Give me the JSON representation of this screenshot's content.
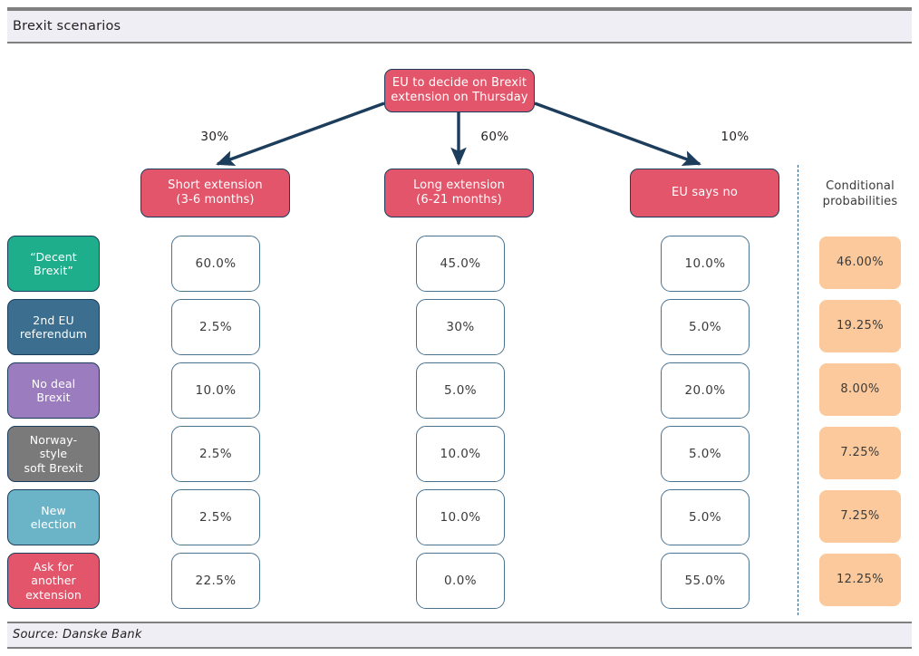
{
  "header": {
    "title": "Brexit scenarios"
  },
  "footer": {
    "source": "Source: Danske Bank"
  },
  "tree": {
    "root": {
      "label": "EU to decide on Brexit extension on Thursday",
      "line1": "EU to decide on Brexit",
      "line2": "extension on Thursday"
    },
    "branches": [
      {
        "probability": "30%",
        "line1": "Short extension",
        "line2": "(3-6 months)"
      },
      {
        "probability": "60%",
        "line1": "Long extension",
        "line2": "(6-21 months)"
      },
      {
        "probability": "10%",
        "line1": "EU says no",
        "line2": ""
      }
    ]
  },
  "scenarios": [
    {
      "line1": "“Decent",
      "line2": "Brexit”",
      "line3": "",
      "color": "#1fae8c"
    },
    {
      "line1": "2nd EU",
      "line2": "referendum",
      "line3": "",
      "color": "#3b6e8f"
    },
    {
      "line1": "No deal",
      "line2": "Brexit",
      "line3": "",
      "color": "#9b7cbe"
    },
    {
      "line1": "Norway-",
      "line2": "style",
      "line3": "soft Brexit",
      "color": "#7a7a7a"
    },
    {
      "line1": "New",
      "line2": "election",
      "line3": "",
      "color": "#6bb4c8"
    },
    {
      "line1": "Ask for",
      "line2": "another",
      "line3": "extension",
      "color": "#e2556a"
    }
  ],
  "conditional": {
    "header_line1": "Conditional",
    "header_line2": "probabilities",
    "values": [
      "46.00%",
      "19.25%",
      "8.00%",
      "7.25%",
      "7.25%",
      "12.25%"
    ]
  },
  "matrix": {
    "short_extension": [
      "60.0%",
      "2.5%",
      "10.0%",
      "2.5%",
      "2.5%",
      "22.5%"
    ],
    "long_extension": [
      "45.0%",
      "30%",
      "5.0%",
      "10.0%",
      "10.0%",
      "0.0%"
    ],
    "eu_says_no": [
      "10.0%",
      "5.0%",
      "20.0%",
      "5.0%",
      "5.0%",
      "55.0%"
    ]
  },
  "chart_data": {
    "type": "table",
    "title": "Brexit scenarios",
    "source": "Source: Danske Bank",
    "branch_categories": [
      "Short extension (3-6 months)",
      "Long extension (6-21 months)",
      "EU says no"
    ],
    "branch_probabilities": [
      30,
      60,
      10
    ],
    "row_categories": [
      "“Decent Brexit”",
      "2nd EU referendum",
      "No deal Brexit",
      "Norway-style soft Brexit",
      "New election",
      "Ask for another extension"
    ],
    "series": [
      {
        "name": "Short extension (3-6 months)",
        "values": [
          60.0,
          2.5,
          10.0,
          2.5,
          2.5,
          22.5
        ]
      },
      {
        "name": "Long extension (6-21 months)",
        "values": [
          45.0,
          30,
          5.0,
          10.0,
          10.0,
          0.0
        ]
      },
      {
        "name": "EU says no",
        "values": [
          10.0,
          5.0,
          20.0,
          5.0,
          5.0,
          55.0
        ]
      },
      {
        "name": "Conditional probabilities",
        "values": [
          46.0,
          19.25,
          8.0,
          7.25,
          7.25,
          12.25
        ]
      }
    ]
  }
}
